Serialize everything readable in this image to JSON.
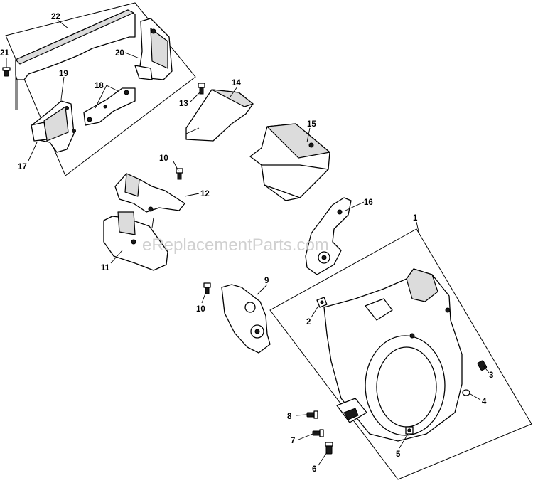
{
  "watermark": "eReplacementParts.com",
  "callouts": {
    "c1": "1",
    "c2": "2",
    "c3": "3",
    "c4": "4",
    "c5": "5",
    "c6": "6",
    "c7": "7",
    "c8": "8",
    "c9": "9",
    "c10a": "10",
    "c10b": "10",
    "c11": "11",
    "c12": "12",
    "c13": "13",
    "c14": "14",
    "c15": "15",
    "c16": "16",
    "c17": "17",
    "c18": "18",
    "c19": "19",
    "c20": "20",
    "c21": "21",
    "c22": "22"
  }
}
